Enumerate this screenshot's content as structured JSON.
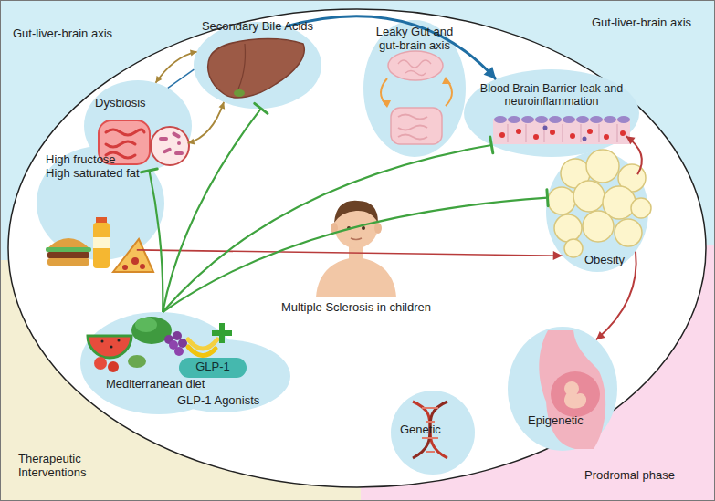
{
  "diagram": {
    "nodes": [
      {
        "text": [
          "Dysbiosis"
        ]
      },
      {
        "text": [
          "Secondary Bile Acids"
        ]
      },
      {
        "text": [
          "Leaky Gut and gut-brain axis"
        ]
      },
      {
        "text": [
          "Blood Brain Barrier leak and neuroinflammation"
        ]
      },
      {
        "text": [
          "High fructose High saturated fat"
        ]
      },
      {
        "text": [
          "Obesity"
        ]
      },
      {
        "text": [
          "Mediterranean diet"
        ]
      },
      {
        "text": [
          "GLP-1 Agonists"
        ]
      },
      {
        "text": [
          "GLP-1"
        ],
        "in": 7
      },
      {
        "text": [
          "Epigenetic"
        ]
      },
      {
        "text": [
          "Genetic"
        ]
      }
    ],
    "edges": [
      {
        "from": 0,
        "to": 1,
        "arrow": "both"
      },
      {
        "from": 0,
        "to": 1,
        "arrow": "both"
      },
      {
        "from": 0,
        "to": 1,
        "arrow": "none"
      },
      {
        "from": 1,
        "to": 3,
        "arrow": "to"
      },
      {
        "from": 5,
        "to": 3,
        "arrow": "to"
      },
      {
        "from": 5,
        "to": 9,
        "arrow": "to"
      },
      {
        "from": 4,
        "to": 5,
        "arrow": "to"
      },
      {
        "from": 6,
        "to": 0,
        "arrow": "to"
      },
      {
        "from": 6,
        "to": 1,
        "arrow": "to"
      },
      {
        "from": 6,
        "to": 3,
        "arrow": "to"
      },
      {
        "from": 6,
        "to": 5,
        "arrow": "to"
      }
    ],
    "labels": [
      "Gut-liver-brain axis",
      "Gut-liver-brain axis",
      "Multiple Sclerosis in children",
      "Therapeutic Interventions",
      "Prodromal phase"
    ]
  }
}
